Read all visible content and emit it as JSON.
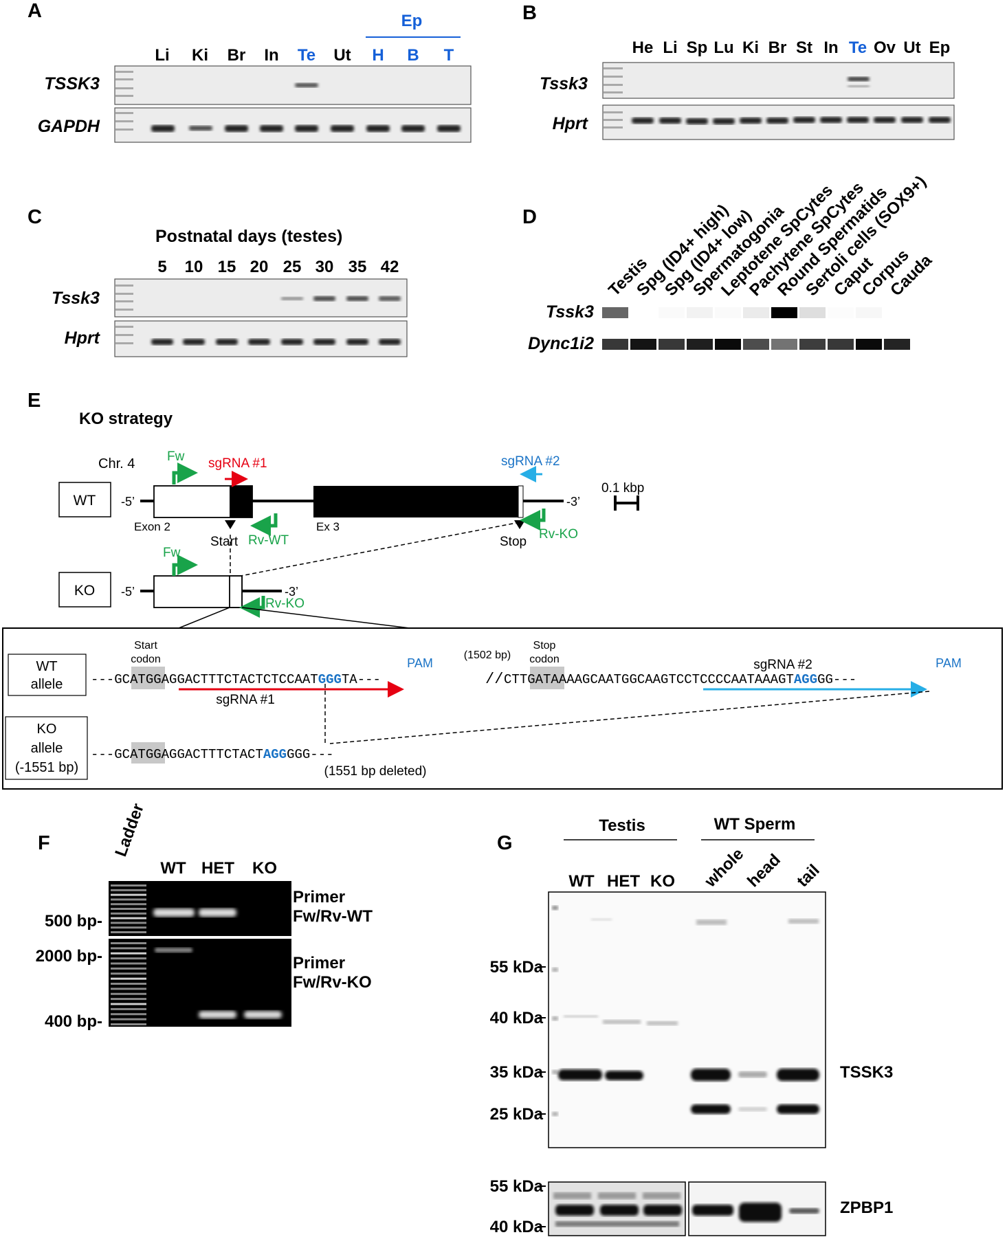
{
  "panels": {
    "A": "A",
    "B": "B",
    "C": "C",
    "D": "D",
    "E": "E",
    "F": "F",
    "G": "G"
  },
  "panelA": {
    "lanes": [
      "Li",
      "Ki",
      "Br",
      "In",
      "Te",
      "Ut",
      "H",
      "B",
      "T"
    ],
    "ep_label": "Ep",
    "rows": [
      "TSSK3",
      "GAPDH"
    ]
  },
  "panelB": {
    "lanes": [
      "He",
      "Li",
      "Sp",
      "Lu",
      "Ki",
      "Br",
      "St",
      "In",
      "Te",
      "Ov",
      "Ut",
      "Ep"
    ],
    "rows": [
      "Tssk3",
      "Hprt"
    ]
  },
  "panelC": {
    "title": "Postnatal days (testes)",
    "days": [
      "5",
      "10",
      "15",
      "20",
      "25",
      "30",
      "35",
      "42"
    ],
    "rows": [
      "Tssk3",
      "Hprt"
    ]
  },
  "panelD": {
    "columns": [
      "Testis",
      "Spg (ID4+ high)",
      "Spg (ID4+ low)",
      "Spermatogonia",
      "Leptotene SpCytes",
      "Pachytene SpCytes",
      "Round Spermatids",
      "Sertoli cells (SOX9+)",
      "Caput",
      "Corpus",
      "Cauda"
    ],
    "rows": [
      "Tssk3",
      "Dync1i2"
    ],
    "heat": {
      "Tssk3": [
        0.6,
        0.0,
        0.02,
        0.05,
        0.02,
        0.08,
        1.0,
        0.13,
        0.01,
        0.03,
        0.0
      ],
      "Dync1i2": [
        0.78,
        0.92,
        0.78,
        0.88,
        0.96,
        0.7,
        0.55,
        0.76,
        0.78,
        0.96,
        0.86
      ]
    }
  },
  "panelE": {
    "title": "KO strategy",
    "chr": "Chr. 4",
    "wt_box": "WT",
    "ko_box": "KO",
    "five": "-5’",
    "three": "-3’",
    "exon2": "Exon 2",
    "ex3": "Ex 3",
    "start": "Start",
    "stop": "Stop",
    "fw": "Fw",
    "rv_wt": "Rv-WT",
    "rv_ko": "Rv-KO",
    "sg1": "sgRNA #1",
    "sg2": "sgRNA #2",
    "scale": "0.1 kbp",
    "detail": {
      "start_codon": [
        "Start",
        "codon"
      ],
      "stop_codon": [
        "Stop",
        "codon"
      ],
      "gap": "(1502 bp)",
      "pam": "PAM",
      "wt_allele": [
        "WT",
        "allele"
      ],
      "ko_allele": [
        "KO",
        "allele",
        "(-1551 bp)"
      ],
      "wt_seq": [
        "---GC",
        "ATG",
        "GAGGACTTTCTACTCTCCAAT",
        "GGG",
        "TA---",
        "CT",
        "TGA",
        "TAAAAGCAATGGCAAGTCCTCCCCAATAAAGT",
        "AGG",
        "GG---"
      ],
      "ko_seq": [
        "---GC",
        "ATG",
        "GAGGACTTTCTACT",
        "AGG",
        "GGG---"
      ],
      "deleted": "(1551 bp deleted)"
    }
  },
  "panelF": {
    "ladder": "Ladder",
    "lanes": [
      "WT",
      "HET",
      "KO"
    ],
    "sizes": [
      "500 bp-",
      "2000 bp-",
      "400 bp-"
    ],
    "primers": [
      [
        "Primer",
        "Fw/Rv-WT"
      ],
      [
        "Primer",
        "Fw/Rv-KO"
      ]
    ]
  },
  "panelG": {
    "groups": [
      "Testis",
      "WT Sperm"
    ],
    "lanes": [
      "WT",
      "HET",
      "KO"
    ],
    "sperm_lanes": [
      "whole",
      "head",
      "tail"
    ],
    "markers": [
      "55 kDa",
      "40 kDa",
      "35 kDa",
      "25 kDa"
    ],
    "markers_bottom": [
      "55 kDa",
      "40 kDa"
    ],
    "targets": [
      "TSSK3",
      "ZPBP1"
    ]
  },
  "colors": {
    "green": "#19a34a",
    "blue": "#1560d8",
    "red": "#e60012",
    "pam_blue": "#1a73c6",
    "cyan": "#27aee6"
  }
}
